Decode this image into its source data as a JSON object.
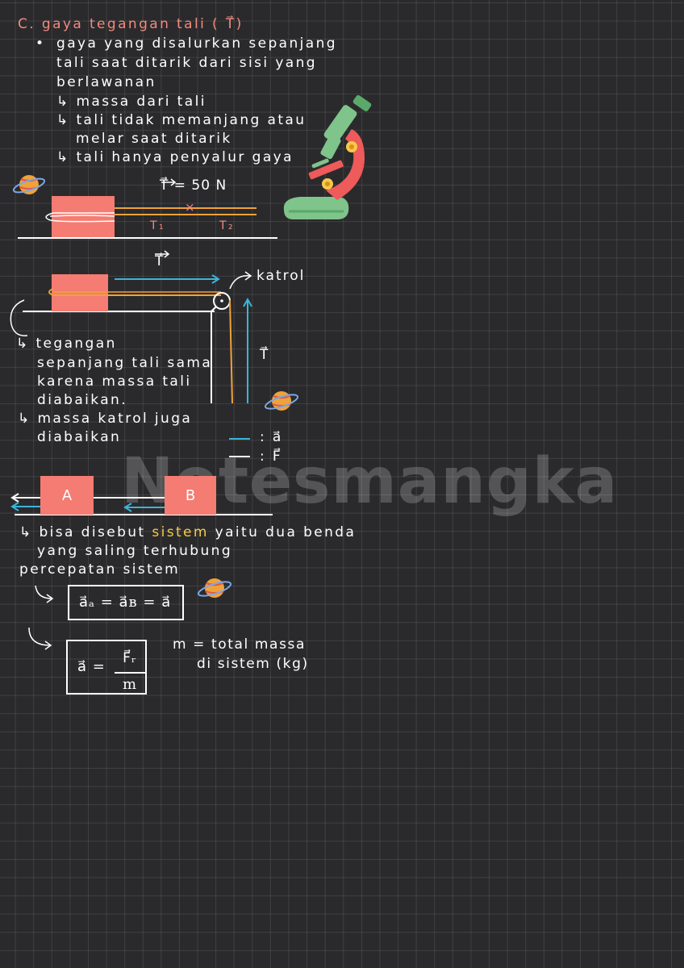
{
  "heading": "C. gaya tegangan tali ( T⃗)",
  "definition": {
    "bullet": "•",
    "line1": "gaya yang disalurkan sepanjang",
    "line2": "tali saat ditarik dari sisi yang",
    "line3": "berlawanan",
    "sub1": "↳ massa dari tali",
    "sub2a": "↳ tali tidak memanjang atau",
    "sub2b": "melar saat ditarik",
    "sub3": "↳ tali hanya penyalur gaya"
  },
  "diagram1": {
    "tension_label": "T⃗ = 50 N",
    "t1": "T₁",
    "t2": "T₂",
    "cross": "×"
  },
  "diagram2": {
    "t_top": "T⃗",
    "katrol": "katrol",
    "t_side": "T⃗",
    "note1": "↳ tegangan",
    "note2": "sepanjang tali sama",
    "note3": "karena massa tali",
    "note4": "diabaikan.",
    "note5": "↳ massa katrol juga",
    "note6": "diabaikan",
    "legend_a": ": a⃗",
    "legend_f": ": F⃗",
    "legend_a_color": "#3cb4d8",
    "legend_f_color": "#ffffff"
  },
  "diagram3": {
    "block_a": "A",
    "block_b": "B"
  },
  "system": {
    "line1_pre": "↳ bisa disebut ",
    "line1_highlight": "sistem",
    "line1_post": " yaitu dua benda",
    "line2": "yang saling terhubung",
    "accel_label": "percepatan sistem",
    "formula1": "a⃗ₐ = a⃗ʙ = a⃗",
    "formula2_lhs": "a⃗ =",
    "formula2_num": "F⃗ᵣ",
    "formula2_den": "m",
    "mass_note1": "m = total massa",
    "mass_note2": "di sistem (kg)"
  },
  "watermark": "Notesmangka",
  "colors": {
    "background": "#2a2a2c",
    "salmon": "#f38a7e",
    "block": "#f47c72",
    "rope": "#f0a23a",
    "arrow_blue": "#3cb4d8",
    "highlight": "#f7c948",
    "microscope_green": "#7fc48b",
    "microscope_red": "#ef5a5a"
  },
  "icons": [
    "planet-icon",
    "microscope-icon",
    "pulley-icon",
    "curved-arrow-icon"
  ]
}
